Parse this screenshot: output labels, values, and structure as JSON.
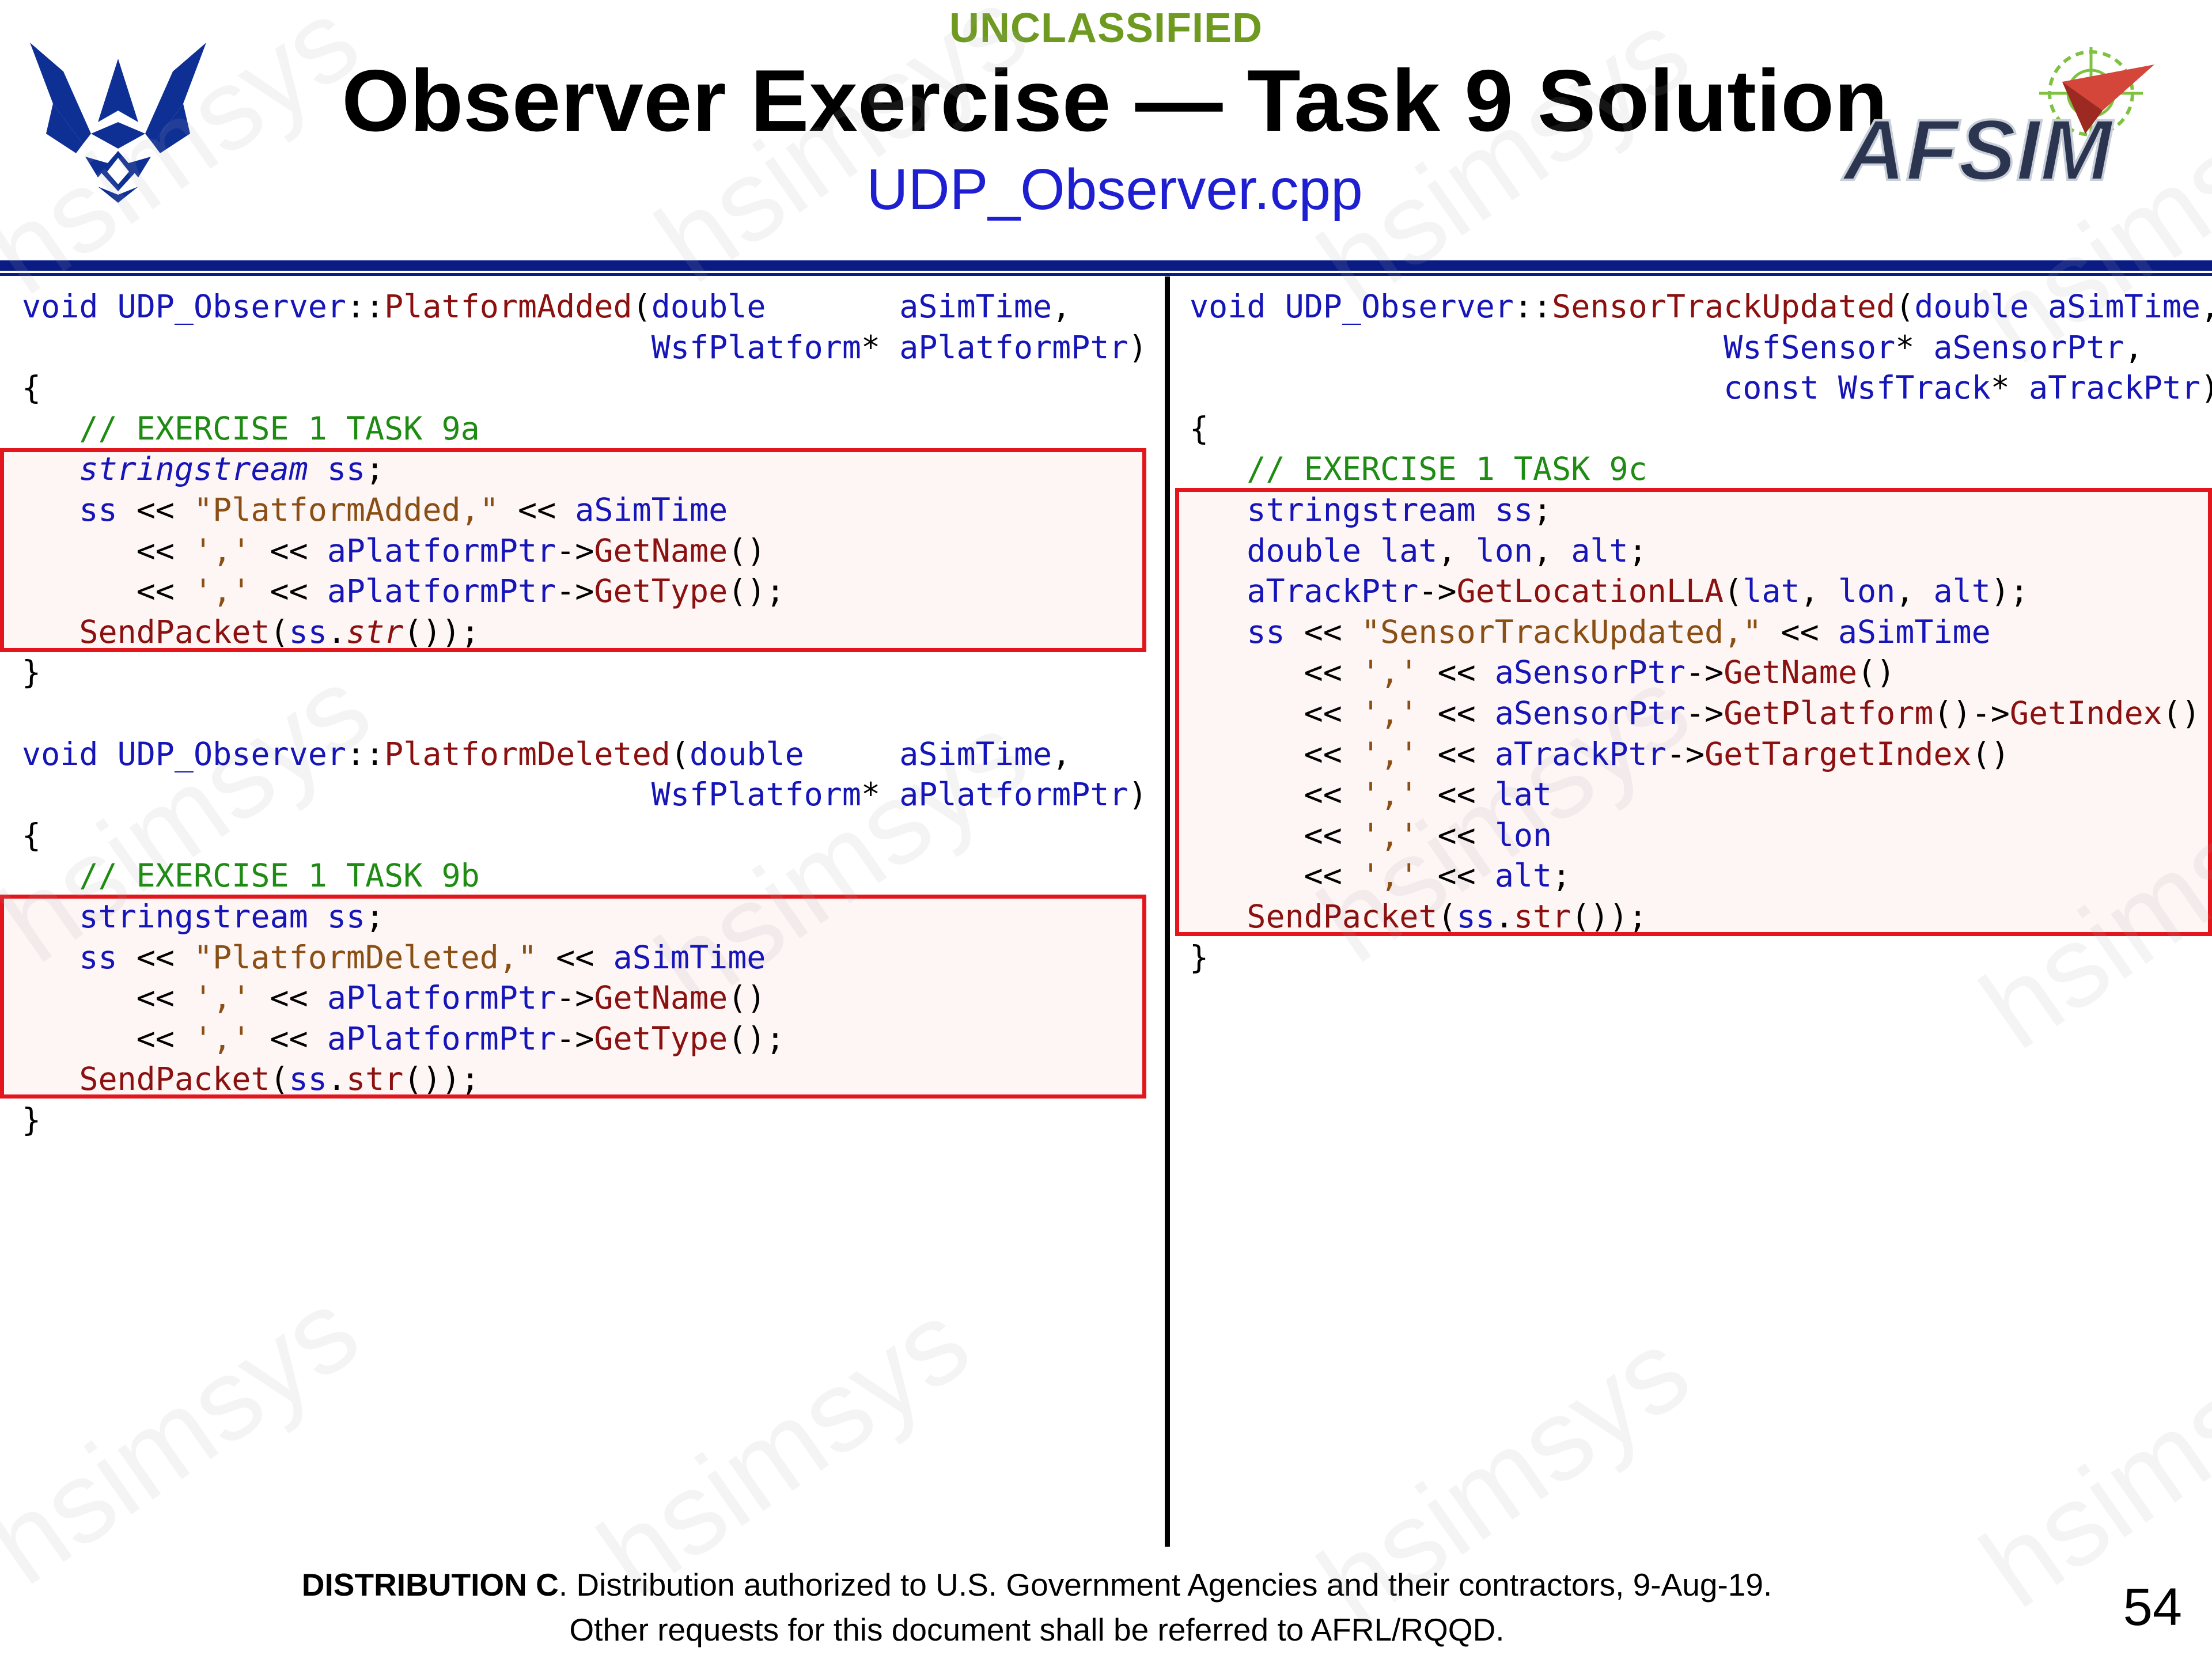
{
  "header": {
    "classification": "UNCLASSIFIED",
    "title": "Observer Exercise — Task 9 Solution",
    "subtitle": "UDP_Observer.cpp",
    "left_logo": "us-air-force-logo",
    "right_logo": "AFSIM",
    "right_logo_icon": "afsim-logo-icon"
  },
  "colors": {
    "classification": "#6e9a1f",
    "subtitle": "#1f1fd2",
    "rule": "#0a1c84",
    "highlight_box": "#e2161c",
    "keyword": "#1515b8",
    "function": "#8b1010",
    "string": "#8a4f14",
    "comment": "#1e8b13"
  },
  "watermark": "hsimsys",
  "code_left": {
    "platform_added": {
      "header_line1": "void UDP_Observer::PlatformAdded(double       aSimTime,",
      "header_line2": "                                 WsfPlatform* aPlatformPtr)",
      "open_brace": "{",
      "comment": "// EXERCISE 1 TASK 9a",
      "body": [
        "stringstream ss;",
        "ss << \"PlatformAdded,\" << aSimTime",
        "   << ',' << aPlatformPtr->GetName()",
        "   << ',' << aPlatformPtr->GetType();",
        "SendPacket(ss.str());"
      ],
      "close_brace": "}"
    },
    "platform_deleted": {
      "header_line1": "void UDP_Observer::PlatformDeleted(double     aSimTime,",
      "header_line2": "                                 WsfPlatform* aPlatformPtr)",
      "open_brace": "{",
      "comment": "// EXERCISE 1 TASK 9b",
      "body": [
        "stringstream ss;",
        "ss << \"PlatformDeleted,\" << aSimTime",
        "   << ',' << aPlatformPtr->GetName()",
        "   << ',' << aPlatformPtr->GetType();",
        "SendPacket(ss.str());"
      ],
      "close_brace": "}"
    }
  },
  "code_right": {
    "sensor_track_updated": {
      "header_line1": "void UDP_Observer::SensorTrackUpdated(double aSimTime,",
      "header_line2": "                            WsfSensor* aSensorPtr,",
      "header_line3": "                            const WsfTrack* aTrackPtr)",
      "open_brace": "{",
      "comment": "// EXERCISE 1 TASK 9c",
      "body": [
        "stringstream ss;",
        "double lat, lon, alt;",
        "aTrackPtr->GetLocationLLA(lat, lon, alt);",
        "ss << \"SensorTrackUpdated,\" << aSimTime",
        "   << ',' << aSensorPtr->GetName()",
        "   << ',' << aSensorPtr->GetPlatform()->GetIndex()",
        "   << ',' << aTrackPtr->GetTargetIndex()",
        "   << ',' << lat",
        "   << ',' << lon",
        "   << ',' << alt;",
        "SendPacket(ss.str());"
      ],
      "close_brace": "}"
    }
  },
  "footer": {
    "distribution_label": "DISTRIBUTION C",
    "distribution_text": ". Distribution authorized to U.S. Government Agencies and their contractors, 9-Aug-19.",
    "line2": "Other requests for this document shall be referred to AFRL/RQQD.",
    "page_number": "54"
  }
}
